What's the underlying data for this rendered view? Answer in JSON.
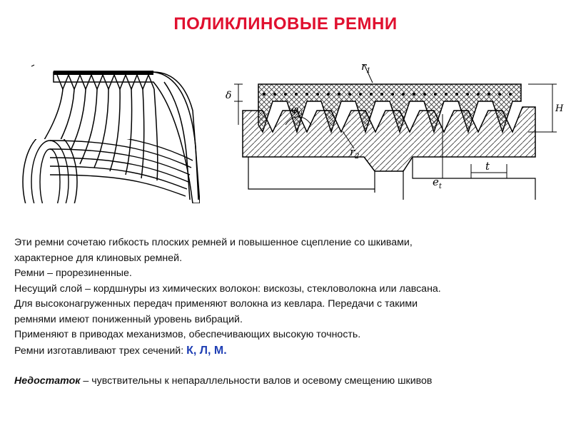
{
  "title": "ПОЛИКЛИНОВЫЕ РЕМНИ",
  "figure_labels": {
    "r1": "r",
    "r1_sub": "1",
    "r2": "r",
    "r2_sub": "2",
    "delta": "δ",
    "phi": "φ",
    "phi_sub": "0",
    "H": "H",
    "e": "e",
    "e_sub": "t",
    "t": "t"
  },
  "text": {
    "line1": "Эти ремни сочетаю гибкость плоских ремней и повышенное сцепление со шкивами,",
    "line2": "характерное для клиновых ремней.",
    "line3": "Ремни – прорезиненные.",
    "line4": "Несущий слой – кордшнуры из химических волокон: вискозы, стекловолокна или лавсана.",
    "line5": "Для  высоконагруженных  передач применяют волокна  из  кевлара.  Передачи с такими",
    "line6": "ремнями имеют пониженный уровень вибраций.",
    "line7": "Применяют в приводах механизмов, обеспечивающих высокую точность.",
    "line8_prefix": "Ремни изготавливают трех сечений:",
    "line8_sections": "К, Л, М.",
    "disadvantage_word": "Недостаток",
    "disadvantage_rest": " – чувствительны к непараллельности валов и осевому смещению шкивов"
  },
  "colors": {
    "title": "#e0102f",
    "sections": "#1f3fb4",
    "text": "#111111"
  }
}
